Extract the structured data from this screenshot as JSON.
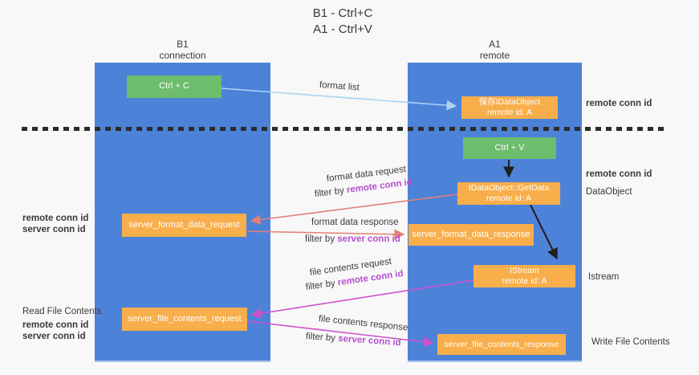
{
  "title": {
    "line1": "B1 - Ctrl+C",
    "line2": "A1 - Ctrl+V"
  },
  "lanes": [
    {
      "title": "B1",
      "subtitle": "connection"
    },
    {
      "title": "A1",
      "subtitle": "remote"
    }
  ],
  "boxes": {
    "ctrl_c": "Ctrl + C",
    "ctrl_v": "Ctrl + V",
    "save_idataobject": {
      "line1": "保存IDataObject",
      "line2": "remote id: A"
    },
    "getdata": {
      "line1": "IDataObject::GetData",
      "line2": "remote id: A"
    },
    "istream": {
      "line1": "IStream",
      "line2": "remote id: A"
    },
    "server_format_data_request": "server_format_data_request",
    "server_format_data_response": "server_format_data_response",
    "server_file_contents_request": "server_file_contents_request",
    "server_file_contents_response": "server_file_contents_response"
  },
  "arrow_labels": {
    "format_list": "format list",
    "format_data_request": "format data request",
    "format_data_response": "format data response",
    "file_contents_request": "file contents request",
    "file_contents_response": "file contents response",
    "filter_by": "filter by",
    "remote_conn_id": "remote conn id",
    "server_conn_id": "server conn id"
  },
  "side_labels": {
    "left_remote_conn_id": "remote conn id",
    "left_server_conn_id": "server conn id",
    "read_file_contents": "Read File Contents",
    "right_remote_conn_id_top": "remote conn id",
    "right_remote_conn_id_mid": "remote conn id",
    "dataobject": "DataObject",
    "istream": "Istream",
    "write_file_contents": "Write File Contents"
  },
  "colors": {
    "background": "#f8f8f8",
    "lane_blue": "#4d82d9",
    "box_orange": "#f8ae4a",
    "box_green": "#6dbd6d",
    "remote_conn_id_text": "#b54fd0",
    "server_conn_id_text": "#4caf50",
    "request_arrow_salmon": "#e57f76",
    "file_arrow_magenta": "#d050cc",
    "format_list_arrow_blue": "#a9d4f2",
    "black_arrow": "#1f1f1f",
    "dashed_separator": "#2b2b2b"
  }
}
